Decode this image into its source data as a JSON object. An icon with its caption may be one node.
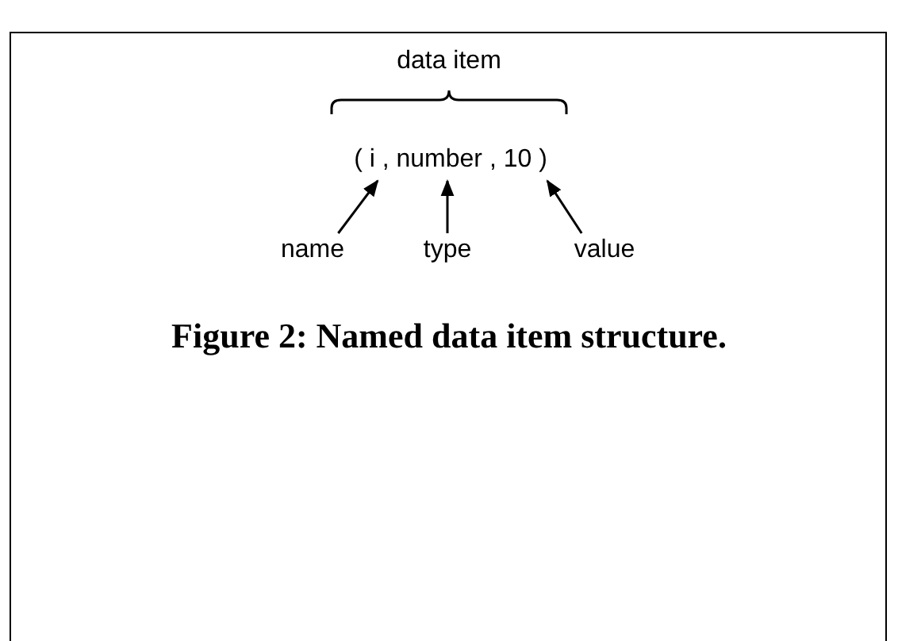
{
  "diagram": {
    "caption": "Figure 2: Named data item structure.",
    "nodes": [
      {
        "text": [
          "( i , number , 10 )"
        ]
      },
      {
        "text": [
          "name"
        ]
      },
      {
        "text": [
          "type"
        ]
      },
      {
        "text": [
          "value"
        ]
      }
    ],
    "edges": [
      {
        "from": 1,
        "to": 0,
        "arrow": "to"
      },
      {
        "from": 2,
        "to": 0,
        "arrow": "to"
      },
      {
        "from": 3,
        "to": 0,
        "arrow": "to"
      }
    ],
    "labels": [
      "data item"
    ]
  }
}
